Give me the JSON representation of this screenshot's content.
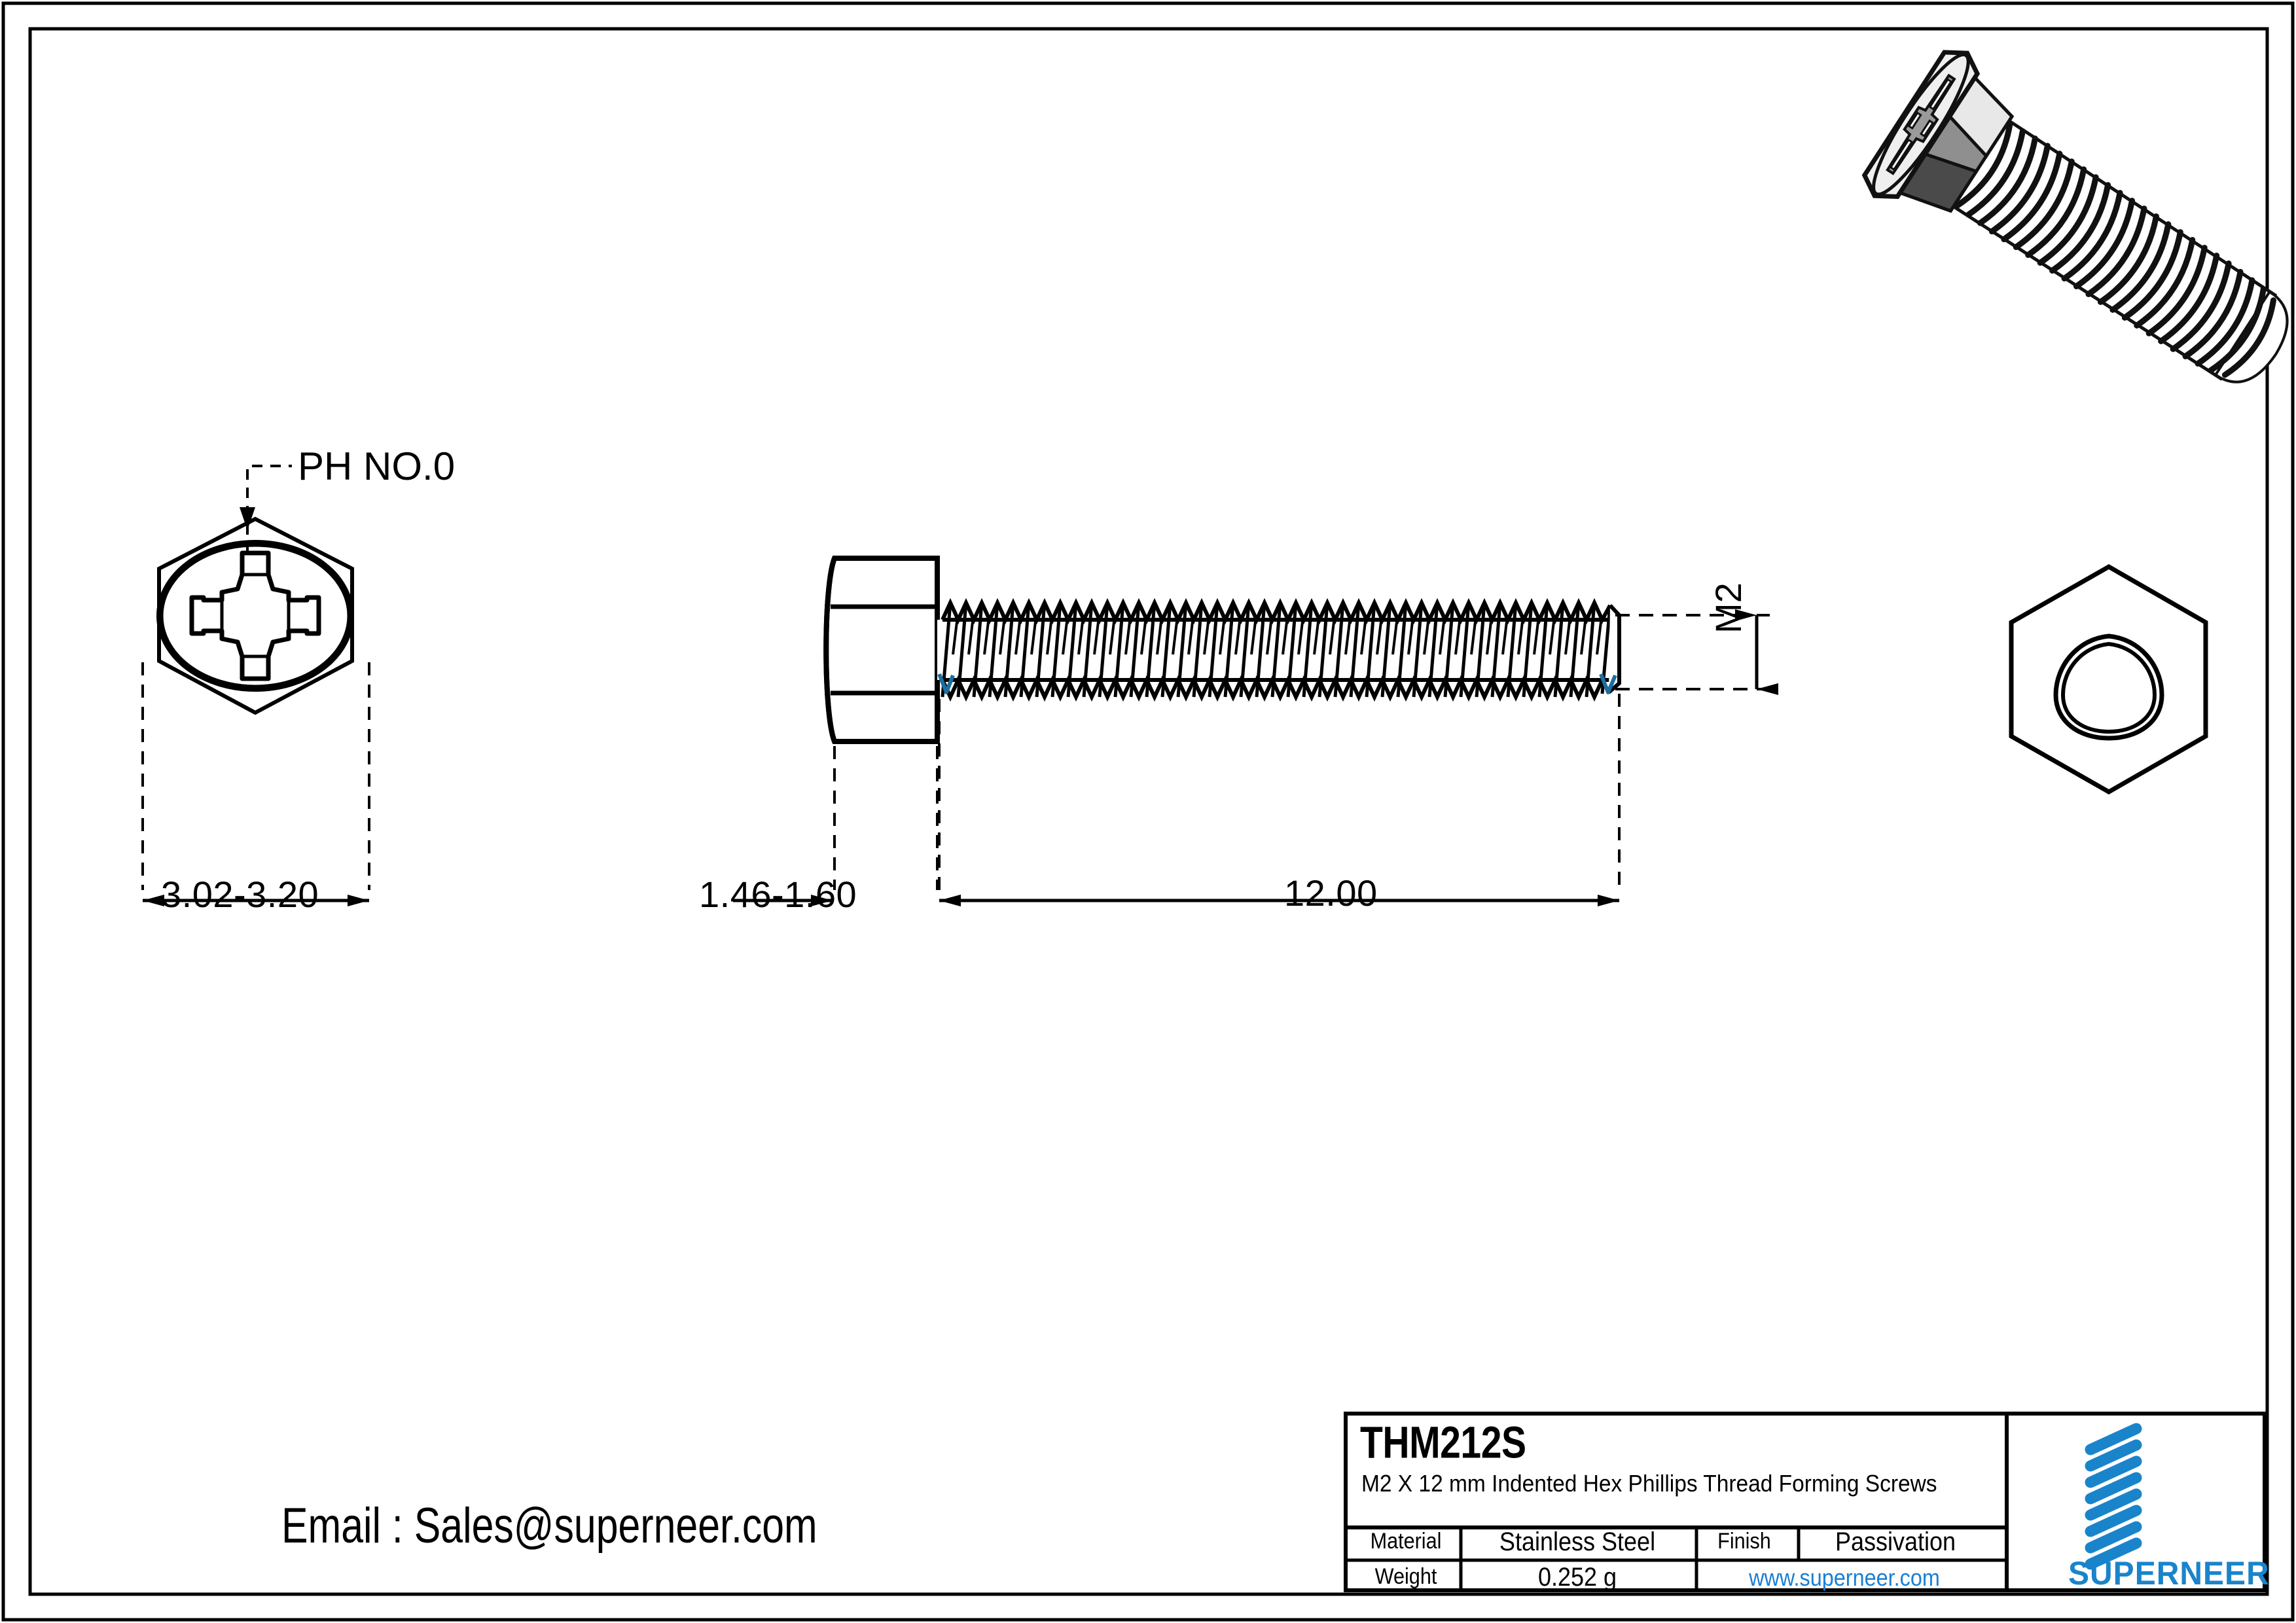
{
  "document": {
    "type": "engineering-drawing",
    "sheet_size": "3508x2480"
  },
  "drawing": {
    "top_view": {
      "drive_callout": "PH NO.0",
      "width_dimension": "3.02-3.20"
    },
    "side_view": {
      "head_height_dimension": "1.46-1.60",
      "length_dimension": "12.00",
      "thread_dimension": "M2"
    },
    "end_view": {
      "shape": "hexagon-with-trilobular-hole"
    },
    "isometric_view": {
      "shape": "hex-phillips-thread-forming-screw"
    }
  },
  "contact": {
    "email_line": "Email : Sales@superneer.com"
  },
  "title_block": {
    "part_number": "THM212S",
    "description": "M2 X 12 mm Indented Hex Phillips Thread Forming Screws",
    "material_label": "Material",
    "material_value": "Stainless Steel",
    "finish_label": "Finish",
    "finish_value": "Passivation",
    "weight_label": "Weight",
    "weight_value": "0.252 g",
    "website": "www.superneer.com",
    "logo_wordmark": "SUPERNEER"
  },
  "colors": {
    "brand_blue": "#1a84cb",
    "link_blue": "#1a7fd4",
    "line_black": "#000000",
    "accent_teal": "#1c6f9e"
  }
}
